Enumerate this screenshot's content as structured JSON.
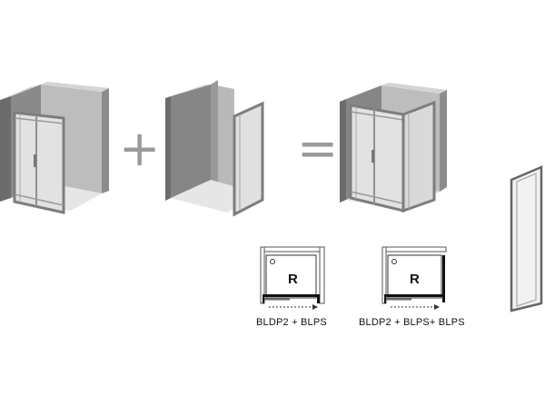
{
  "operators": {
    "plus": "+",
    "equals": "="
  },
  "plans": [
    {
      "label": "R",
      "caption": "BLDP2 + BLPS"
    },
    {
      "label": "R",
      "caption": "BLDP2 + BLPS+ BLPS"
    }
  ],
  "colors": {
    "wall_front": "#7d7d7d",
    "wall_back": "#b9b9b9",
    "wall_side": "#9a9a9a",
    "floor": "#e3e3e3",
    "frame": "#8a8a8a",
    "glass": "#d8d8d8",
    "operator": "#9a9a9a"
  }
}
